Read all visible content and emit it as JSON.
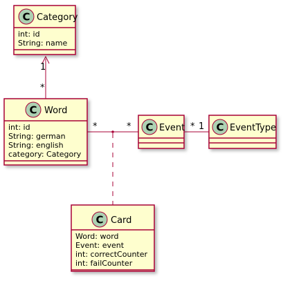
{
  "classes": {
    "category": {
      "stereotype": "C",
      "name": "Category",
      "attributes": [
        "int: id",
        "String: name"
      ]
    },
    "word": {
      "stereotype": "C",
      "name": "Word",
      "attributes": [
        "int: id",
        "String: german",
        "String: english",
        "category: Category"
      ]
    },
    "event": {
      "stereotype": "C",
      "name": "Event",
      "attributes": []
    },
    "event_type": {
      "stereotype": "C",
      "name": "EventType",
      "attributes": []
    },
    "card": {
      "stereotype": "C",
      "name": "Card",
      "attributes": [
        "Word: word",
        "Event: event",
        "int: correctCounter",
        "int: failCounter"
      ]
    }
  },
  "relations": {
    "word_category": {
      "from": "Word",
      "to": "Category",
      "from_mult": "*",
      "to_mult": "1",
      "arrow": "open"
    },
    "word_event": {
      "from": "Word",
      "to": "Event",
      "from_mult": "*",
      "to_mult": "*"
    },
    "event_eventtype": {
      "from": "Event",
      "to": "EventType",
      "from_mult": "*",
      "to_mult": "1"
    },
    "association_class": {
      "class": "Card",
      "style": "dashed"
    }
  },
  "colors": {
    "box_fill": "#FEFECE",
    "border": "#A80036",
    "badge": "#ADD1B2"
  }
}
